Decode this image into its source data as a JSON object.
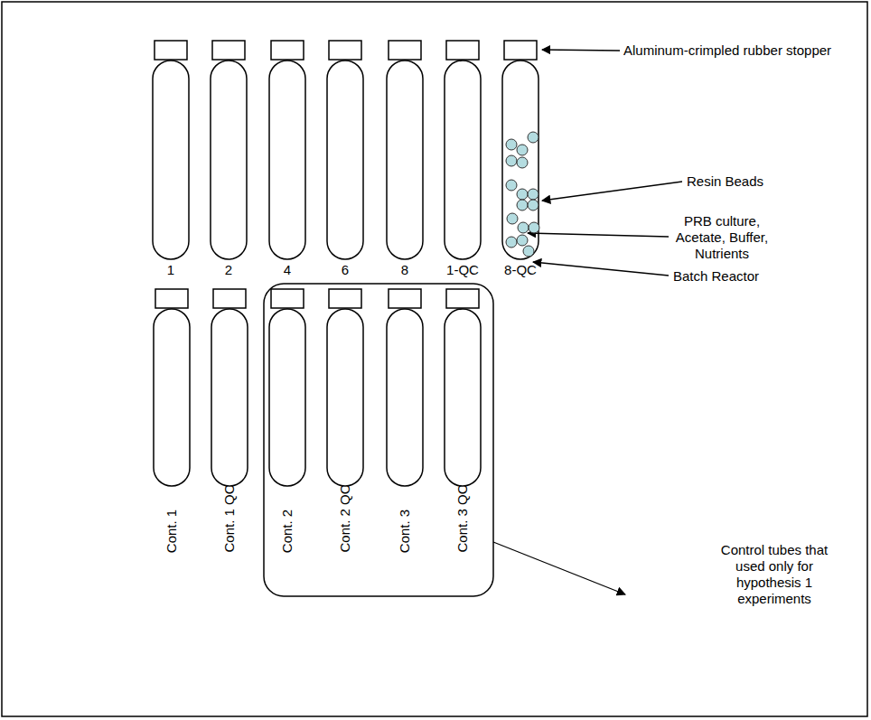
{
  "diagram": {
    "labels": [
      "Aluminum-crimpled rubber stopper",
      "Resin Beads",
      "PRB culture, Acetate, Buffer, Nutrients",
      "Batch Reactor",
      "1",
      "2",
      "4",
      "6",
      "8",
      "1-QC",
      "8-QC",
      "Cont. 1",
      "Cont. 1 QC",
      "Cont. 2",
      "Cont. 2 QC",
      "Cont. 3",
      "Cont. 3 QC",
      "Control tubes that used only for hypothesis 1 experiments"
    ]
  }
}
